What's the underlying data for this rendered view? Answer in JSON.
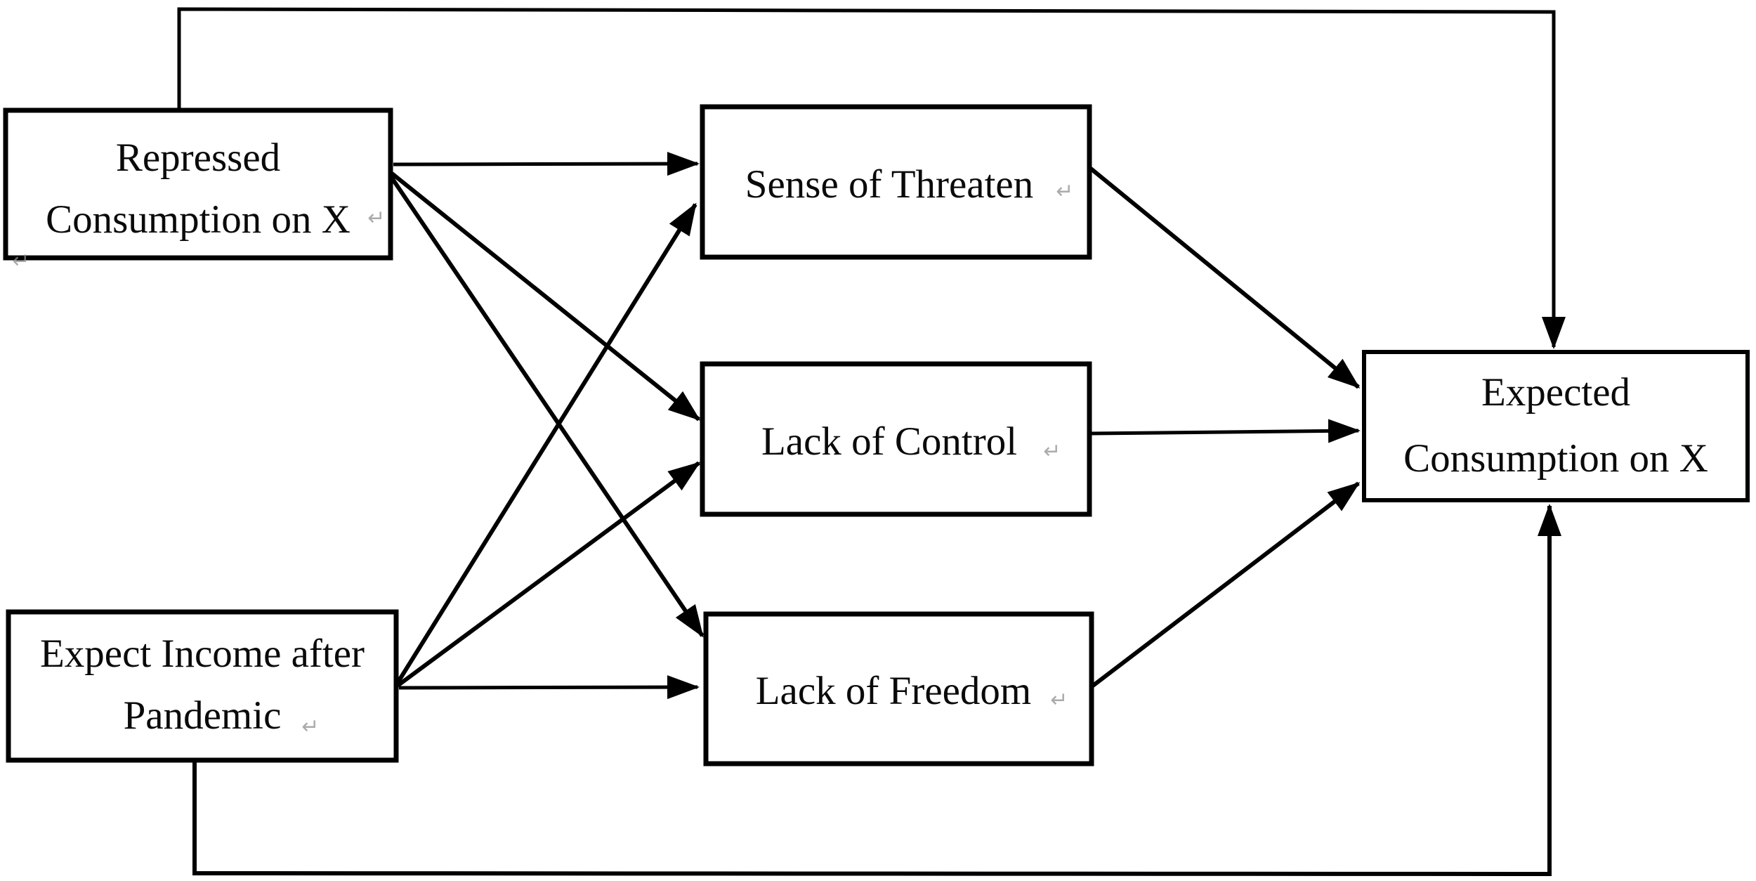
{
  "figure": {
    "type": "path-diagram",
    "background_color": "#ffffff",
    "ink_color": "#000000"
  },
  "nodes": {
    "repressed": {
      "lines": [
        "Repressed",
        "Consumption on X"
      ]
    },
    "expect_income": {
      "lines": [
        "Expect Income after",
        "Pandemic"
      ]
    },
    "sense_threaten": {
      "lines": [
        "Sense of Threaten"
      ]
    },
    "lack_control": {
      "lines": [
        "Lack of Control"
      ]
    },
    "lack_freedom": {
      "lines": [
        "Lack of Freedom"
      ]
    },
    "expected": {
      "lines": [
        "Expected",
        "Consumption on X"
      ]
    }
  },
  "edges": [
    {
      "from": "repressed",
      "to": "sense_threaten",
      "route": "direct"
    },
    {
      "from": "repressed",
      "to": "lack_control",
      "route": "direct"
    },
    {
      "from": "repressed",
      "to": "lack_freedom",
      "route": "direct"
    },
    {
      "from": "repressed",
      "to": "expected",
      "route": "top-elbow"
    },
    {
      "from": "expect_income",
      "to": "sense_threaten",
      "route": "direct"
    },
    {
      "from": "expect_income",
      "to": "lack_control",
      "route": "direct"
    },
    {
      "from": "expect_income",
      "to": "lack_freedom",
      "route": "direct"
    },
    {
      "from": "expect_income",
      "to": "expected",
      "route": "bottom-elbow"
    },
    {
      "from": "sense_threaten",
      "to": "expected",
      "route": "direct"
    },
    {
      "from": "lack_control",
      "to": "expected",
      "route": "direct"
    },
    {
      "from": "lack_freedom",
      "to": "expected",
      "route": "direct"
    }
  ],
  "artifacts": {
    "return_mark": "↵"
  }
}
